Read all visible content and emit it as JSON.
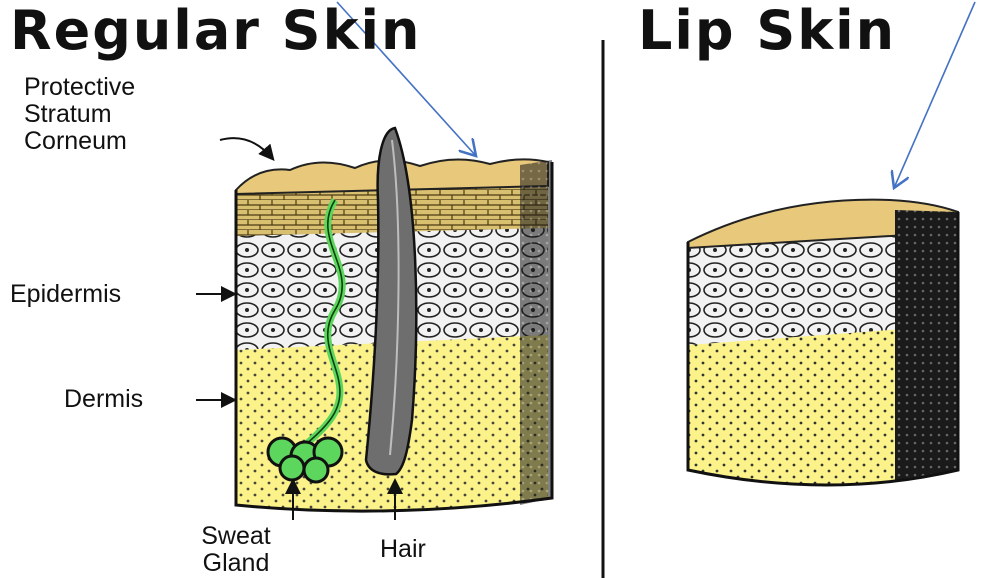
{
  "titles": {
    "left": "Regular Skin",
    "right": "Lip Skin"
  },
  "labels": {
    "stratum_line1": "Protective",
    "stratum_line2": "Stratum",
    "stratum_line3": "Corneum",
    "epidermis": "Epidermis",
    "dermis": "Dermis",
    "sweat_line1": "Sweat",
    "sweat_line2": "Gland",
    "hair": "Hair"
  },
  "colors": {
    "stratum": "#e8c87a",
    "epidermis": "#f2f2f2",
    "dermis": "#fbf28a",
    "sweat_gland": "#5cd65c",
    "hair": "#6e6e6e",
    "pointer_arrow": "#4472c4",
    "ink": "#111111"
  }
}
